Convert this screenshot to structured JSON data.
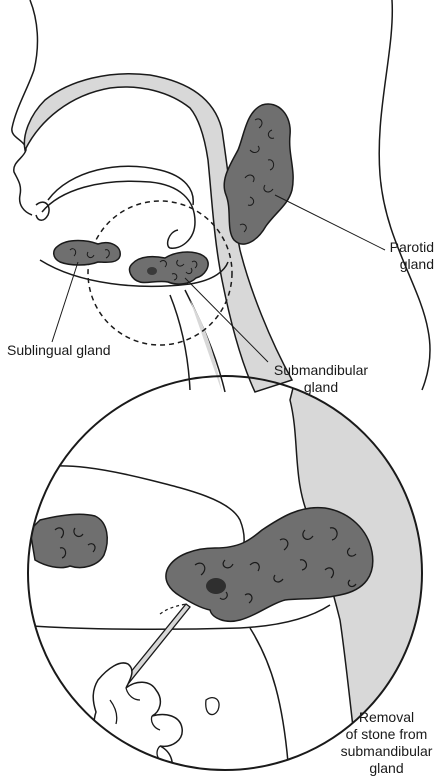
{
  "labels": {
    "parotid": [
      "Parotid",
      "gland"
    ],
    "sublingual": "Sublingual gland",
    "submandibular": [
      "Submandibular",
      "gland"
    ],
    "removal": [
      "Removal",
      "of stone from",
      "submandibular",
      "gland"
    ]
  },
  "colors": {
    "gland_fill": "#6f6f6f",
    "tissue_fill": "#d8d8d8",
    "outline": "#1a1a1a",
    "stone": "#3a3a3a",
    "background": "#ffffff"
  }
}
